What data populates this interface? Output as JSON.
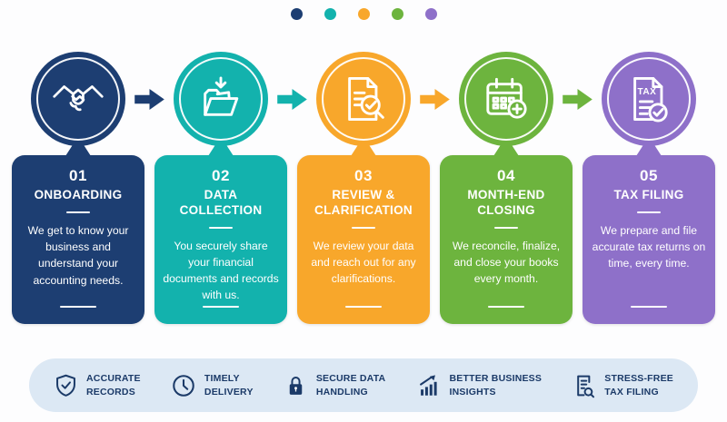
{
  "page": {
    "background": "#fdfdfe"
  },
  "progress_dots": {
    "note": "five colored dots matching step colors"
  },
  "steps": [
    {
      "number": "01",
      "title": "ONBOARDING",
      "description": "We get to know your business and understand your accounting needs.",
      "color": "#1d3e72",
      "icon": "handshake-icon"
    },
    {
      "number": "02",
      "title": "DATA COLLECTION",
      "description": "You securely share your financial documents and records with us.",
      "color": "#13b2ad",
      "icon": "folder-download-icon"
    },
    {
      "number": "03",
      "title": "REVIEW & CLARIFICATION",
      "description": "We review your data and reach out for any clarifications.",
      "color": "#f8a72b",
      "icon": "document-review-check-icon"
    },
    {
      "number": "04",
      "title": "MONTH-END CLOSING",
      "description": "We reconcile, finalize, and close your books every month.",
      "color": "#6db43e",
      "icon": "calendar-add-icon"
    },
    {
      "number": "05",
      "title": "TAX FILING",
      "description": "We prepare and file accurate tax returns on time, every time.",
      "color": "#8e70c9",
      "icon": "tax-document-check-icon"
    }
  ],
  "benefits": {
    "background": "#dce8f4",
    "text_color": "#1b3a68",
    "items": [
      {
        "line1": "ACCURATE",
        "line2": "RECORDS",
        "icon": "shield-check-icon"
      },
      {
        "line1": "TIMELY",
        "line2": "DELIVERY",
        "icon": "clock-icon"
      },
      {
        "line1": "SECURE DATA",
        "line2": "HANDLING",
        "icon": "lock-icon"
      },
      {
        "line1": "BETTER BUSINESS",
        "line2": "INSIGHTS",
        "icon": "growth-chart-icon"
      },
      {
        "line1": "STRESS-FREE",
        "line2": "TAX FILING",
        "icon": "document-search-icon"
      }
    ]
  }
}
